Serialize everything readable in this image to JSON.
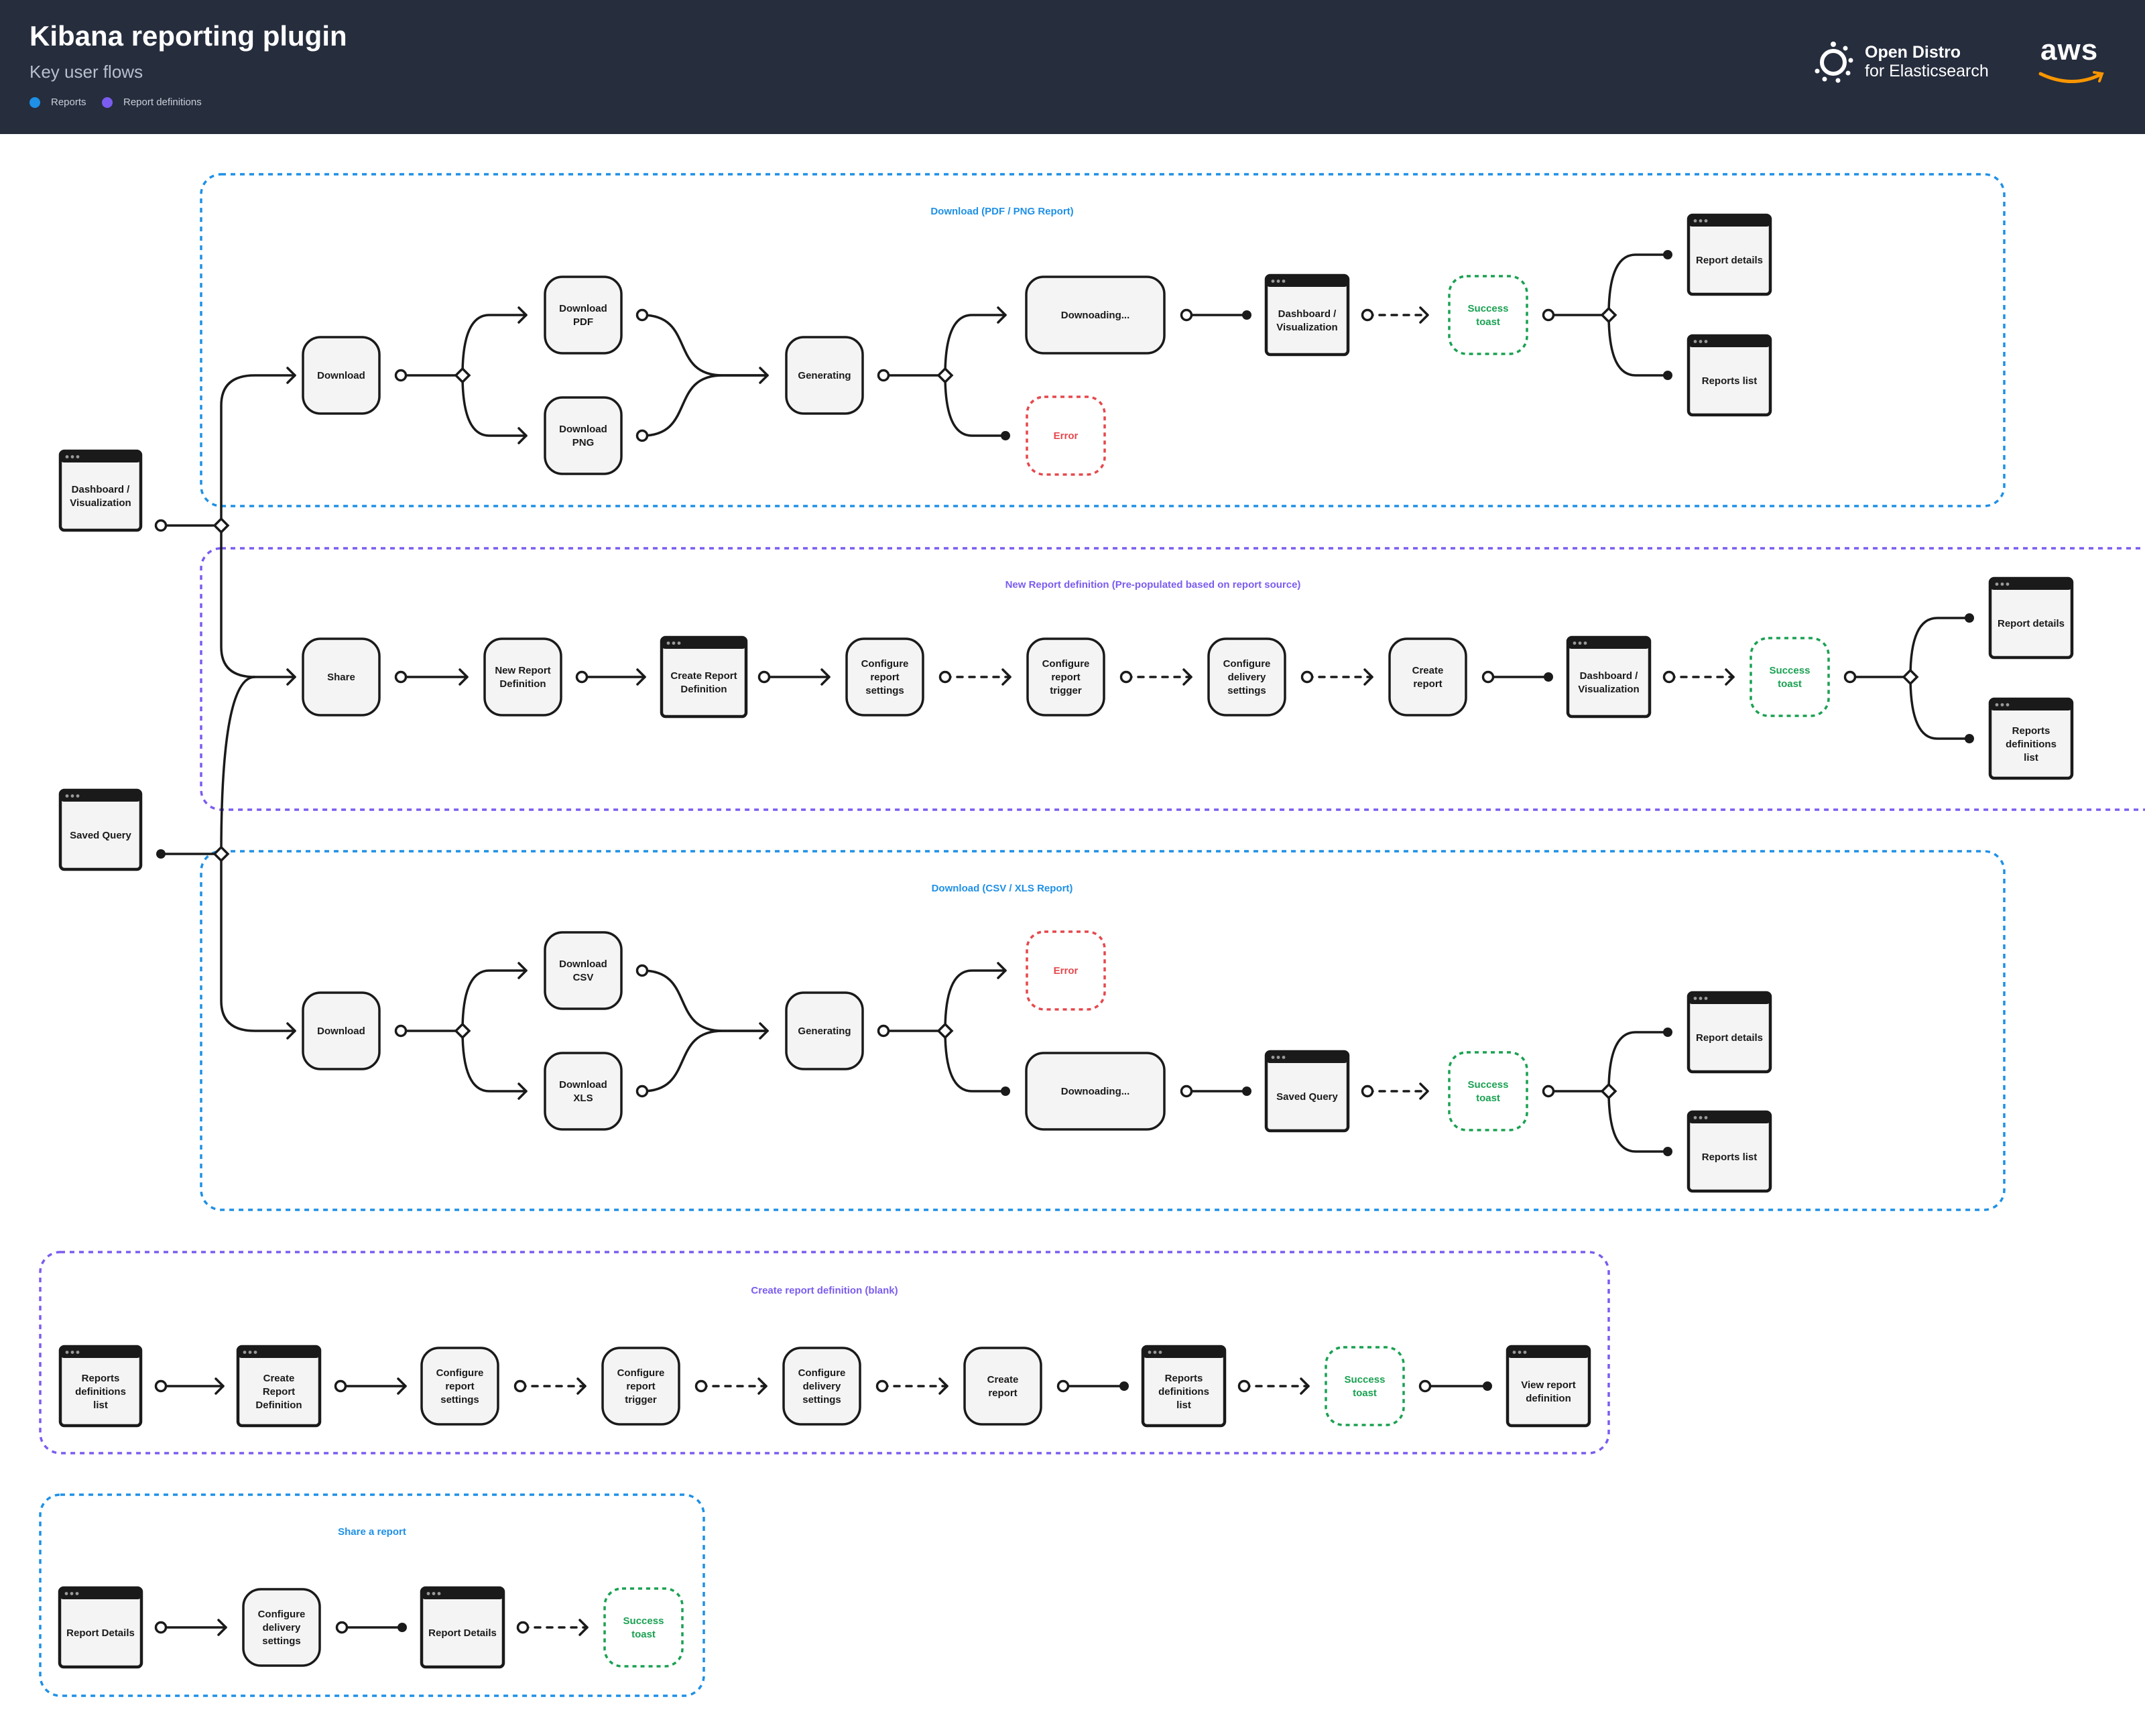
{
  "header": {
    "title": "Kibana reporting plugin",
    "subtitle": "Key user flows",
    "legend": [
      {
        "label": "Reports",
        "color": "#1e90e6"
      },
      {
        "label": "Report definitions",
        "color": "#7b5cf0"
      }
    ],
    "logo_text_line1": "Open Distro",
    "logo_text_line2": "for Elasticsearch",
    "aws_text": "aws"
  },
  "colors": {
    "header_bg": "#262d3d",
    "reports_group": "#1e90e6",
    "definitions_group": "#7b5cf0",
    "error": "#e5484d",
    "success": "#1aa152",
    "node_fill": "#f4f4f4",
    "stroke": "#1a1a1a"
  },
  "groups": [
    {
      "id": "g1",
      "label": "Download (PDF / PNG Report)",
      "type": "reports"
    },
    {
      "id": "g2",
      "label": "New Report definition (Pre-populated based on report source)",
      "type": "definitions"
    },
    {
      "id": "g3",
      "label": "Download (CSV / XLS Report)",
      "type": "reports"
    },
    {
      "id": "g4",
      "label": "Create report definition (blank)",
      "type": "definitions"
    },
    {
      "id": "g5",
      "label": "Share a report",
      "type": "reports"
    }
  ],
  "nodes": [
    {
      "id": "src_dash",
      "kind": "page",
      "style": "normal",
      "lines": [
        "Dashboard /",
        "Visualization"
      ]
    },
    {
      "id": "src_query",
      "kind": "page",
      "style": "normal",
      "lines": [
        "Saved Query"
      ]
    },
    {
      "id": "a_download",
      "kind": "action",
      "style": "normal",
      "lines": [
        "Download"
      ]
    },
    {
      "id": "a_pdf",
      "kind": "action",
      "style": "normal",
      "lines": [
        "Download",
        "PDF"
      ]
    },
    {
      "id": "a_png",
      "kind": "action",
      "style": "normal",
      "lines": [
        "Download",
        "PNG"
      ]
    },
    {
      "id": "a_gen",
      "kind": "action",
      "style": "normal",
      "lines": [
        "Generating"
      ]
    },
    {
      "id": "a_dl",
      "kind": "action",
      "style": "normal",
      "lines": [
        "Downoading..."
      ]
    },
    {
      "id": "a_err",
      "kind": "action",
      "style": "error",
      "lines": [
        "Error"
      ]
    },
    {
      "id": "a_dash",
      "kind": "page",
      "style": "normal",
      "lines": [
        "Dashboard /",
        "Visualization"
      ]
    },
    {
      "id": "a_toast",
      "kind": "action",
      "style": "success",
      "lines": [
        "Success",
        "toast"
      ]
    },
    {
      "id": "a_details",
      "kind": "page",
      "style": "normal",
      "lines": [
        "Report details"
      ]
    },
    {
      "id": "a_list",
      "kind": "page",
      "style": "normal",
      "lines": [
        "Reports list"
      ]
    },
    {
      "id": "b_share",
      "kind": "action",
      "style": "normal",
      "lines": [
        "Share"
      ]
    },
    {
      "id": "b_new",
      "kind": "action",
      "style": "normal",
      "lines": [
        "New Report",
        "Definition"
      ]
    },
    {
      "id": "b_create",
      "kind": "page",
      "style": "normal",
      "lines": [
        "Create Report",
        "Definition"
      ]
    },
    {
      "id": "b_settings",
      "kind": "action",
      "style": "normal",
      "lines": [
        "Configure",
        "report",
        "settings"
      ]
    },
    {
      "id": "b_trigger",
      "kind": "action",
      "style": "normal",
      "lines": [
        "Configure",
        "report",
        "trigger"
      ]
    },
    {
      "id": "b_delivery",
      "kind": "action",
      "style": "normal",
      "lines": [
        "Configure",
        "delivery",
        "settings"
      ]
    },
    {
      "id": "b_createrep",
      "kind": "action",
      "style": "normal",
      "lines": [
        "Create",
        "report"
      ]
    },
    {
      "id": "b_dash",
      "kind": "page",
      "style": "normal",
      "lines": [
        "Dashboard /",
        "Visualization"
      ]
    },
    {
      "id": "b_toast",
      "kind": "action",
      "style": "success",
      "lines": [
        "Success",
        "toast"
      ]
    },
    {
      "id": "b_details",
      "kind": "page",
      "style": "normal",
      "lines": [
        "Report details"
      ]
    },
    {
      "id": "b_deflist",
      "kind": "page",
      "style": "normal",
      "lines": [
        "Reports",
        "definitions",
        "list"
      ]
    },
    {
      "id": "c_download",
      "kind": "action",
      "style": "normal",
      "lines": [
        "Download"
      ]
    },
    {
      "id": "c_csv",
      "kind": "action",
      "style": "normal",
      "lines": [
        "Download",
        "CSV"
      ]
    },
    {
      "id": "c_xls",
      "kind": "action",
      "style": "normal",
      "lines": [
        "Download",
        "XLS"
      ]
    },
    {
      "id": "c_gen",
      "kind": "action",
      "style": "normal",
      "lines": [
        "Generating"
      ]
    },
    {
      "id": "c_err",
      "kind": "action",
      "style": "error",
      "lines": [
        "Error"
      ]
    },
    {
      "id": "c_dl",
      "kind": "action",
      "style": "normal",
      "lines": [
        "Downoading..."
      ]
    },
    {
      "id": "c_query",
      "kind": "page",
      "style": "normal",
      "lines": [
        "Saved Query"
      ]
    },
    {
      "id": "c_toast",
      "kind": "action",
      "style": "success",
      "lines": [
        "Success",
        "toast"
      ]
    },
    {
      "id": "c_details",
      "kind": "page",
      "style": "normal",
      "lines": [
        "Report details"
      ]
    },
    {
      "id": "c_list",
      "kind": "page",
      "style": "normal",
      "lines": [
        "Reports list"
      ]
    },
    {
      "id": "d_deflist",
      "kind": "page",
      "style": "normal",
      "lines": [
        "Reports",
        "definitions",
        "list"
      ]
    },
    {
      "id": "d_create",
      "kind": "page",
      "style": "normal",
      "lines": [
        "Create",
        "Report",
        "Definition"
      ]
    },
    {
      "id": "d_settings",
      "kind": "action",
      "style": "normal",
      "lines": [
        "Configure",
        "report",
        "settings"
      ]
    },
    {
      "id": "d_trigger",
      "kind": "action",
      "style": "normal",
      "lines": [
        "Configure",
        "report",
        "trigger"
      ]
    },
    {
      "id": "d_delivery",
      "kind": "action",
      "style": "normal",
      "lines": [
        "Configure",
        "delivery",
        "settings"
      ]
    },
    {
      "id": "d_createrep",
      "kind": "action",
      "style": "normal",
      "lines": [
        "Create",
        "report"
      ]
    },
    {
      "id": "d_deflist2",
      "kind": "page",
      "style": "normal",
      "lines": [
        "Reports",
        "definitions",
        "list"
      ]
    },
    {
      "id": "d_toast",
      "kind": "action",
      "style": "success",
      "lines": [
        "Success",
        "toast"
      ]
    },
    {
      "id": "d_view",
      "kind": "page",
      "style": "normal",
      "lines": [
        "View report",
        "definition"
      ]
    },
    {
      "id": "e_details",
      "kind": "page",
      "style": "normal",
      "lines": [
        "Report Details"
      ]
    },
    {
      "id": "e_delivery",
      "kind": "action",
      "style": "normal",
      "lines": [
        "Configure",
        "delivery",
        "settings"
      ]
    },
    {
      "id": "e_details2",
      "kind": "page",
      "style": "normal",
      "lines": [
        "Report Details"
      ]
    },
    {
      "id": "e_toast",
      "kind": "action",
      "style": "success",
      "lines": [
        "Success",
        "toast"
      ]
    }
  ]
}
